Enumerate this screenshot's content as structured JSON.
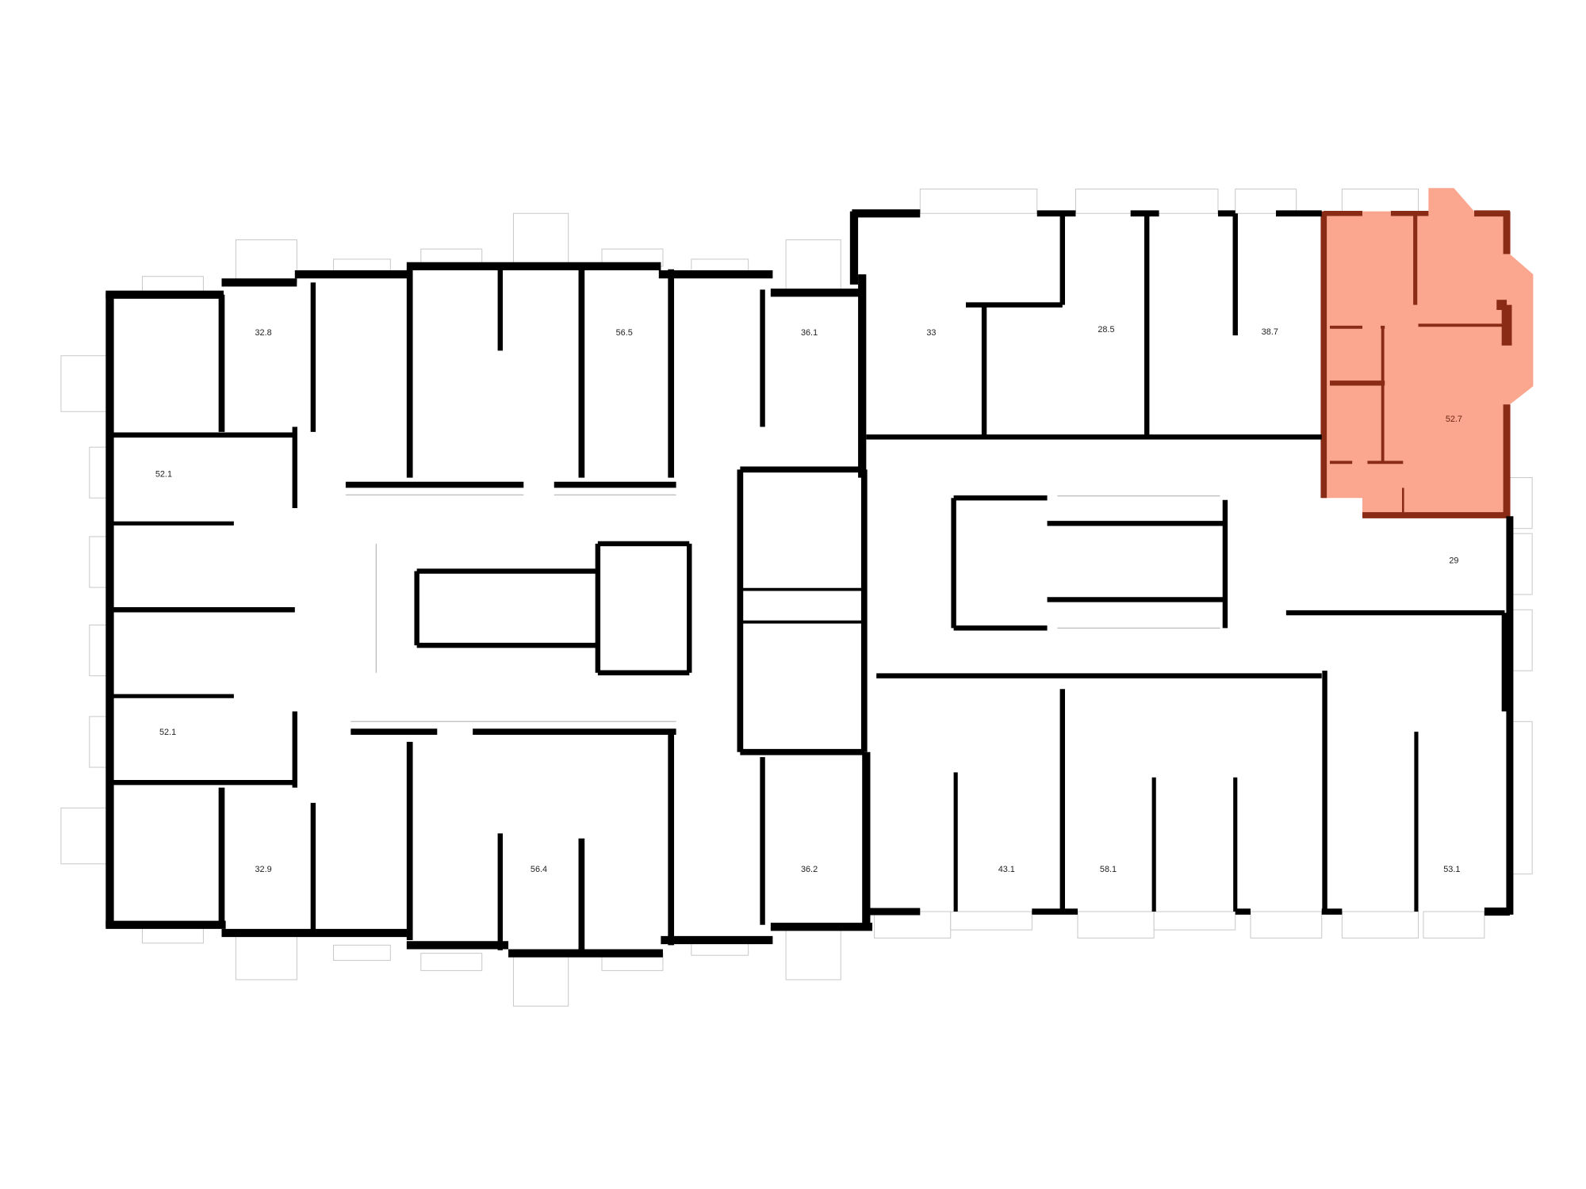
{
  "floor_plan": {
    "selected_apartment": {
      "area": "52.7",
      "highlight_color": "#FBA78F",
      "wall_color": "#8A2B15"
    },
    "wall_color": "#000000",
    "apartments": [
      {
        "id": "apt-32-8",
        "area": "32.8"
      },
      {
        "id": "apt-56-5",
        "area": "56.5"
      },
      {
        "id": "apt-36-1",
        "area": "36.1"
      },
      {
        "id": "apt-33",
        "area": "33"
      },
      {
        "id": "apt-28-5",
        "area": "28.5"
      },
      {
        "id": "apt-38-7",
        "area": "38.7"
      },
      {
        "id": "apt-29",
        "area": "29"
      },
      {
        "id": "apt-52-1-top",
        "area": "52.1"
      },
      {
        "id": "apt-52-1-bottom",
        "area": "52.1"
      },
      {
        "id": "apt-32-9",
        "area": "32.9"
      },
      {
        "id": "apt-56-4",
        "area": "56.4"
      },
      {
        "id": "apt-36-2",
        "area": "36.2"
      },
      {
        "id": "apt-43-1",
        "area": "43.1"
      },
      {
        "id": "apt-58-1",
        "area": "58.1"
      },
      {
        "id": "apt-53-1",
        "area": "53.1"
      }
    ]
  }
}
